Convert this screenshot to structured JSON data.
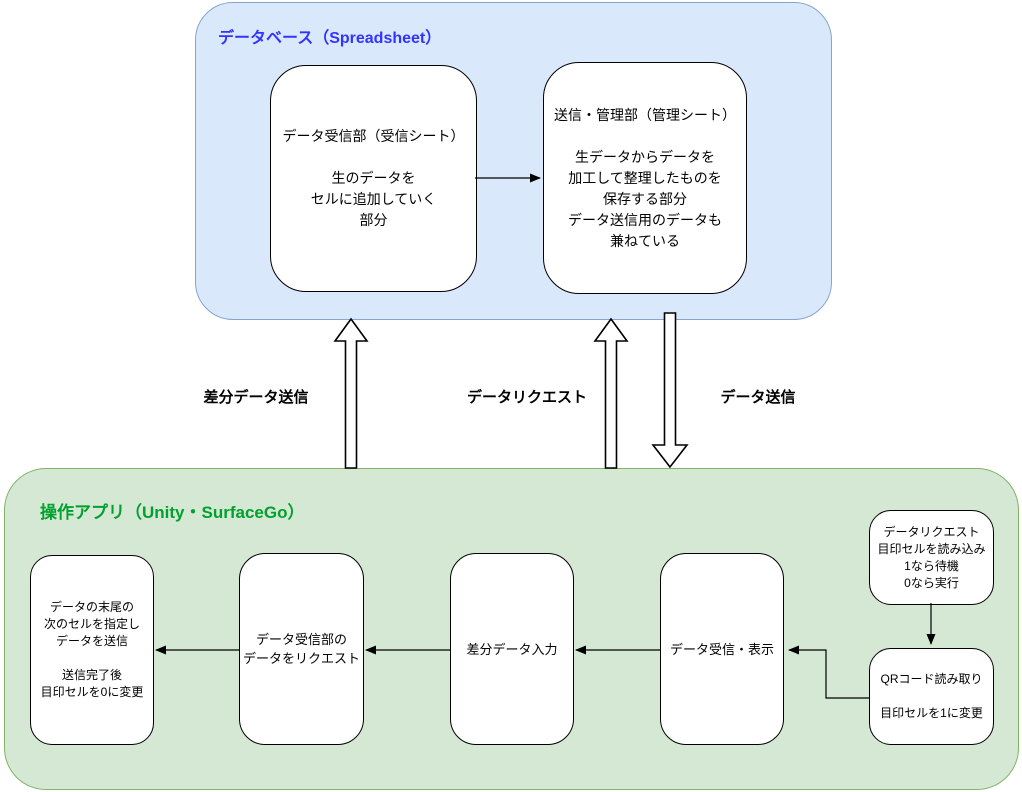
{
  "diagram": {
    "database_panel": {
      "title": "データベース（Spreadsheet）",
      "receive_box": {
        "lines": [
          "データ受信部（受信シート）",
          "",
          "生のデータを",
          "セルに追加していく",
          "部分"
        ]
      },
      "manage_box": {
        "lines": [
          "送信・管理部（管理シート）",
          "",
          "生データからデータを",
          "加工して整理したものを",
          "保存する部分",
          "データ送信用のデータも",
          "兼ねている"
        ]
      }
    },
    "flow_labels": {
      "diff_send": "差分データ送信",
      "request": "データリクエスト",
      "send": "データ送信"
    },
    "app_panel": {
      "title": "操作アプリ（Unity・SurfaceGo）",
      "send_box": {
        "lines": [
          "データの末尾の",
          "次のセルを指定し",
          "データを送信",
          "",
          "送信完了後",
          "目印セルを0に変更"
        ]
      },
      "request_box": {
        "lines": [
          "データ受信部の",
          "データをリクエスト"
        ]
      },
      "diff_input_box": {
        "lines": [
          "差分データ入力"
        ]
      },
      "display_box": {
        "lines": [
          "データ受信・表示"
        ]
      },
      "flag_box": {
        "lines": [
          "データリクエスト",
          "目印セルを読み込み",
          "1なら待機",
          "0なら実行"
        ]
      },
      "qr_box": {
        "lines": [
          "QRコード読み取り",
          "",
          "目印セルを1に変更"
        ]
      }
    },
    "colors": {
      "database_fill": "#dae8fc",
      "database_border": "#87a4d0",
      "database_title": "#3333ff",
      "app_fill": "#d5e8d4",
      "app_border": "#82b366",
      "app_title": "#00a12e",
      "node_fill": "#ffffff",
      "connector": "#000000"
    }
  }
}
